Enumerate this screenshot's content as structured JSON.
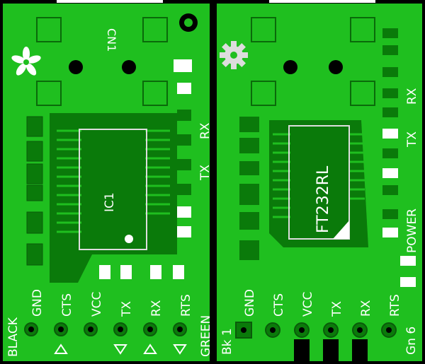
{
  "boards": {
    "left": {
      "connector": "CN1",
      "chip": "IC1",
      "side_labels": {
        "tx": "TX",
        "rx": "RX"
      },
      "pins": [
        "GND",
        "CTS",
        "VCC",
        "TX",
        "RX",
        "RTS"
      ],
      "edge_left": "BLACK",
      "edge_right": "GREEN"
    },
    "right": {
      "chip": "FT232RL",
      "side_labels": {
        "rx": "RX",
        "tx": "TX",
        "power": "POWER"
      },
      "pins": [
        "GND",
        "CTS",
        "VCC",
        "TX",
        "RX",
        "RTS"
      ],
      "edge_left": "Bk 1",
      "edge_right": "Gn 6"
    }
  },
  "colors": {
    "board_green": "#1fbf1f",
    "trace_green": "#0ea10e",
    "silkscreen": "#ffffff",
    "background": "#000000",
    "copper": "#22cc22"
  },
  "icons": [
    "flower-logo-icon",
    "gear-logo-icon",
    "triangle-marker-icon"
  ]
}
